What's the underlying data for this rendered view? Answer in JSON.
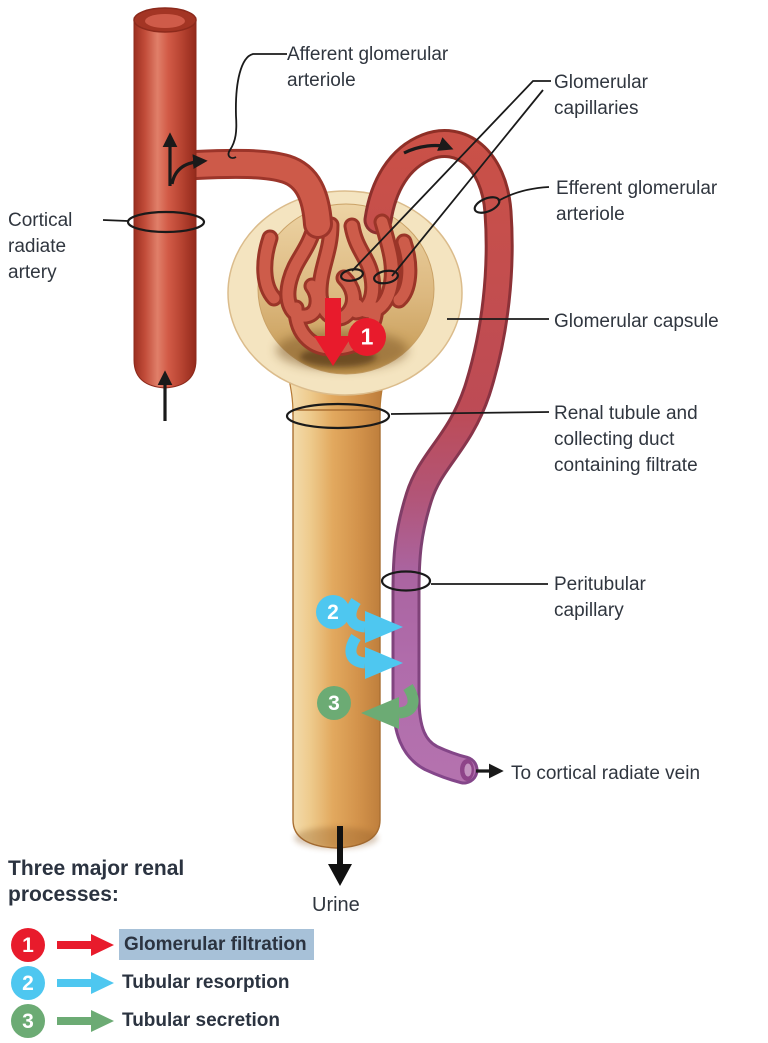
{
  "diagram": {
    "labels": {
      "afferent": "Afferent glomerular arteriole",
      "glomerular_capillaries": "Glomerular capillaries",
      "efferent": "Efferent glomerular arteriole",
      "cortical_radiate_artery": "Cortical radiate artery",
      "glomerular_capsule": "Glomerular capsule",
      "renal_tubule": "Renal tubule and collecting duct containing filtrate",
      "peritubular_capillary": "Peritubular capillary",
      "to_vein": "To cortical radiate vein",
      "urine": "Urine"
    },
    "markers": {
      "filtration": "1",
      "resorption": "2",
      "secretion": "3"
    }
  },
  "legend": {
    "heading": "Three major renal processes:",
    "items": [
      {
        "number": "1",
        "label": "Glomerular filtration",
        "badge_color": "#e81b2c",
        "arrow_color": "#e81b2c",
        "highlighted": true
      },
      {
        "number": "2",
        "label": "Tubular resorption",
        "badge_color": "#4ec7f0",
        "arrow_color": "#4ec7f0",
        "highlighted": false
      },
      {
        "number": "3",
        "label": "Tubular secretion",
        "badge_color": "#6cab74",
        "arrow_color": "#6cab74",
        "highlighted": false
      }
    ],
    "highlight_color": "#a7c1d8"
  },
  "colors": {
    "artery_red": "#cd5a49",
    "artery_outline": "#9c2f20",
    "capsule_cream": "#f4e4c0",
    "capsule_inner_tan": "#dcb87f",
    "tubule_orange": "#dfa75e",
    "capillary_purple": "#b06cab",
    "leader_line": "#1a1a1a",
    "text": "#30363f"
  }
}
